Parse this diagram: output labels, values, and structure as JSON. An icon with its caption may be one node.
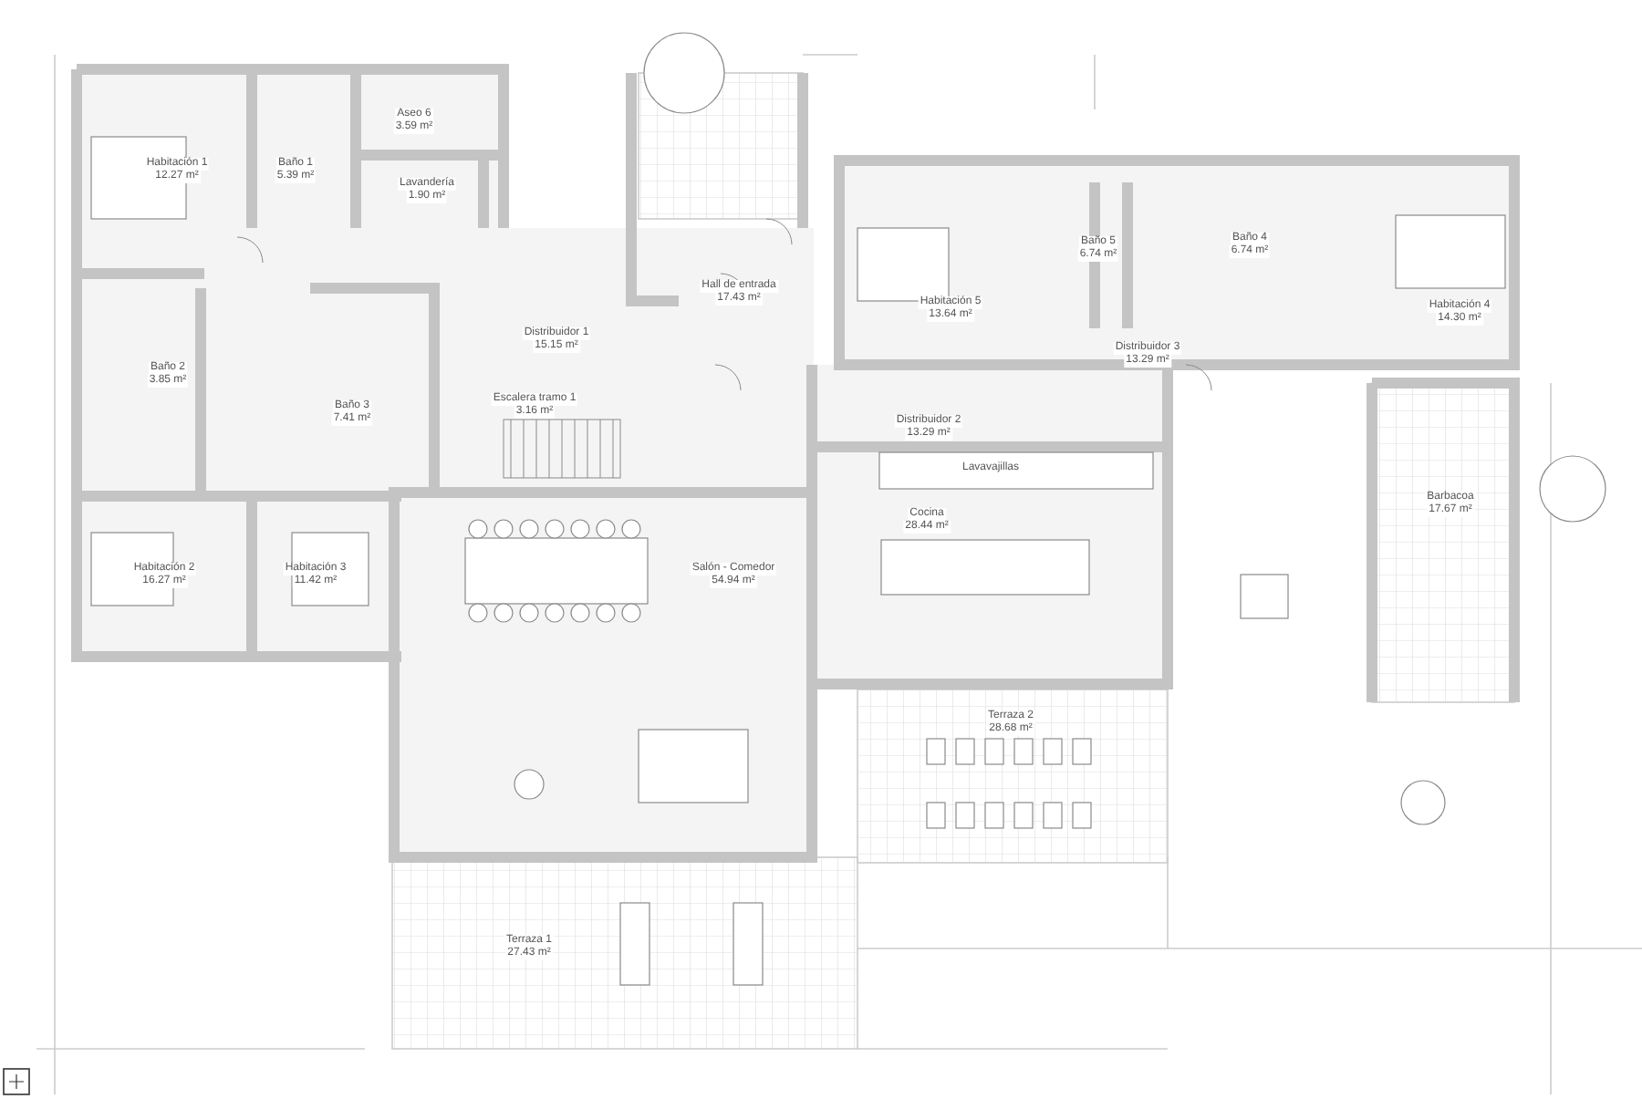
{
  "diagram": {
    "labels": [
      "Aseo 6",
      "3.59 m²",
      "Habitación 1",
      "12.27 m²",
      "Baño 1",
      "5.39 m²",
      "Lavandería",
      "1.90 m²",
      "Hall de entrada",
      "17.43 m²",
      "Baño 5",
      "6.74 m²",
      "Baño 4",
      "6.74 m²",
      "Habitación 5",
      "13.64 m²",
      "Habitación 4",
      "14.30 m²",
      "Distribuidor 1",
      "15.15 m²",
      "Distribuidor 3",
      "13.29 m²",
      "Baño 2",
      "3.85 m²",
      "Escalera tramo 1",
      "3.16 m²",
      "Baño 3",
      "7.41 m²",
      "Distribuidor 2",
      "13.29 m²",
      "Lavavajillas",
      "Cocina",
      "28.44 m²",
      "Barbacoa",
      "17.67 m²",
      "Habitación 2",
      "16.27 m²",
      "Habitación 3",
      "11.42 m²",
      "Salón - Comedor",
      "54.94 m²",
      "Terraza 2",
      "28.68 m²",
      "Terraza 1",
      "27.43 m²"
    ]
  }
}
